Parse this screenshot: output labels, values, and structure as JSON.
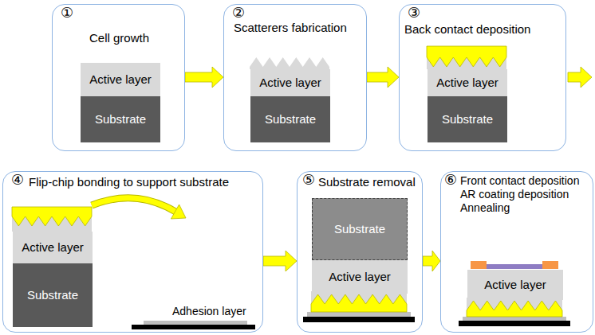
{
  "diagram": {
    "nodes": [
      {
        "text": [
          "①",
          "Cell growth"
        ]
      },
      {
        "text": [
          "Active layer"
        ],
        "in": 0
      },
      {
        "text": [
          "Substrate"
        ],
        "in": 0
      },
      {
        "text": [
          "②",
          "Scatterers fabrication"
        ]
      },
      {
        "text": [
          "Active layer"
        ],
        "in": 3
      },
      {
        "text": [
          "Substrate"
        ],
        "in": 3
      },
      {
        "text": [
          "③",
          "Back contact deposition"
        ]
      },
      {
        "text": [
          "Active layer"
        ],
        "in": 6
      },
      {
        "text": [
          "Substrate"
        ],
        "in": 6
      },
      {
        "text": [
          "④",
          "Flip-chip bonding to support substrate"
        ]
      },
      {
        "text": [
          "Active layer"
        ],
        "in": 9
      },
      {
        "text": [
          "Substrate"
        ],
        "in": 9
      },
      {
        "text": [
          "⑤",
          "Substrate removal"
        ]
      },
      {
        "text": [
          "Substrate"
        ],
        "in": 12
      },
      {
        "text": [
          "Active layer"
        ],
        "in": 12
      },
      {
        "text": [
          "⑥",
          "Front contact deposition",
          "AR coating deposition",
          "Annealing"
        ]
      },
      {
        "text": [
          "Active layer"
        ],
        "in": 15
      }
    ],
    "edges": [
      {
        "from": 0,
        "to": 3,
        "arrow": "to"
      },
      {
        "from": 3,
        "to": 6,
        "arrow": "to"
      },
      {
        "from": 9,
        "to": 12,
        "arrow": "to"
      },
      {
        "from": 12,
        "to": 15,
        "arrow": "to"
      }
    ],
    "labels": [
      "Adhesion layer"
    ]
  }
}
